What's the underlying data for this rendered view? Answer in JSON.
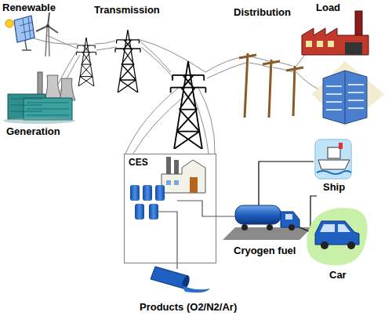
{
  "diagram": {
    "nodes": [
      {
        "text": [
          "CES"
        ]
      }
    ],
    "labels": [
      "Renewable",
      "Transmission",
      "Distribution",
      "Load",
      "Generation",
      "Cryogen fuel",
      "Ship",
      "Car",
      "Products (O2/N2/Ar)"
    ]
  }
}
